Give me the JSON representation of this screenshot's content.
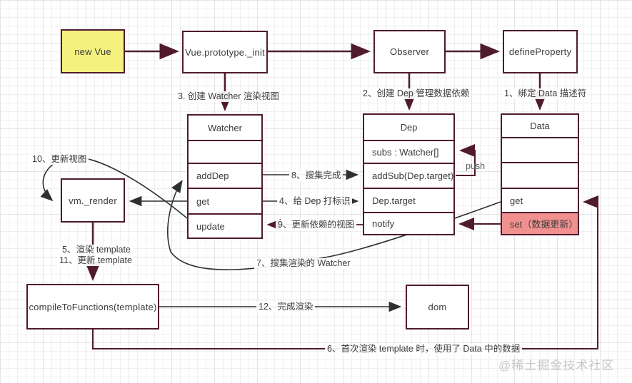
{
  "diagram_title": "Vue reactivity flow diagram",
  "colors": {
    "box_border": "#4f1b2d",
    "arrow_dark": "#4f1b2d",
    "arrow_black": "#2f2f2f",
    "yellow_fill": "#f5f17e",
    "pink_fill": "#f29090",
    "grid_line": "#f0f0f0",
    "text": "#3c3c3c",
    "watermark": "#c6c6c6"
  },
  "nodes": {
    "new_vue": {
      "label": "new Vue"
    },
    "init": {
      "label": "Vue.prototype._init"
    },
    "observer": {
      "label": "Observer"
    },
    "define_property": {
      "label": "defineProperty"
    },
    "vm_render": {
      "label": "vm._render"
    },
    "compile": {
      "label": "compileToFunctions(template)"
    },
    "dom": {
      "label": "dom"
    },
    "watcher": {
      "title": "Watcher",
      "rows": [
        "",
        "addDep",
        "get",
        "update"
      ]
    },
    "dep": {
      "title": "Dep",
      "rows": [
        "subs : Watcher[]",
        "addSub(Dep.target)",
        "Dep.target",
        "notify"
      ]
    },
    "data": {
      "title": "Data",
      "rows": [
        "",
        "",
        "get",
        "set（数据更新）"
      ]
    }
  },
  "edge_labels": {
    "step1": "1、绑定 Data 描述符",
    "step2": "2、创建 Dep 管理数据依赖",
    "step3": "3. 创建 Watcher 渲染视图",
    "step4": "4、给 Dep 打标识",
    "step5": "5、渲染 template",
    "step6": "6、首次渲染 template 时，使用了 Data 中的数据",
    "step7": "7、搜集渲染的 Watcher",
    "step8": "8、搜集完成",
    "step9": "9、更新依赖的视图",
    "step10": "10、更新视图",
    "step11": "11、更新 template",
    "step12": "12、完成渲染",
    "push": "push"
  },
  "watermark": "@稀土掘金技术社区"
}
